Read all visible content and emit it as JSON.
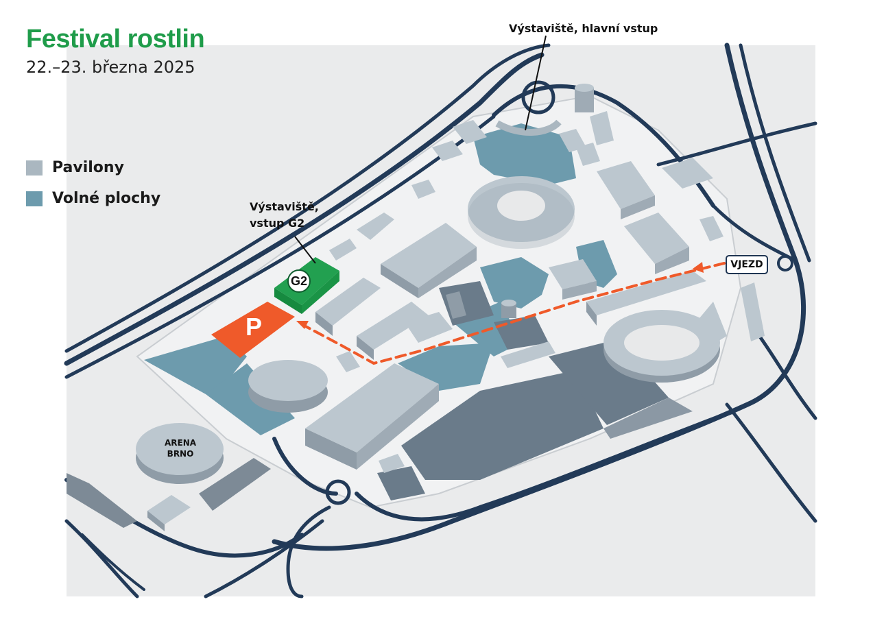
{
  "header": {
    "title": "Festival rostlin",
    "date": "22.–23. března 2025"
  },
  "legend": {
    "items": [
      {
        "label": "Pavilony",
        "color": "#aab7c0"
      },
      {
        "label": "Volné plochy",
        "color": "#6d9bad"
      }
    ]
  },
  "labels": {
    "main_entrance": "Výstaviště, hlavní vstup",
    "gate_g2_line1": "Výstaviště,",
    "gate_g2_line2": "vstup G2",
    "gate_badge": "G2",
    "vjezd": "VJEZD",
    "parking": "P",
    "arena_line1": "ARENA",
    "arena_line2": "BRNO"
  },
  "colors": {
    "title": "#1f9c4a",
    "roads": "#223a58",
    "ground": "#e8e9ea",
    "pavilion": "#aab7c0",
    "open_area": "#6d9bad",
    "parking": "#ef5a2a",
    "route": "#ef5a2a",
    "gate": "#22a050"
  },
  "icons": [
    "parking-icon",
    "gate-g2-icon",
    "route-arrow-icon"
  ]
}
